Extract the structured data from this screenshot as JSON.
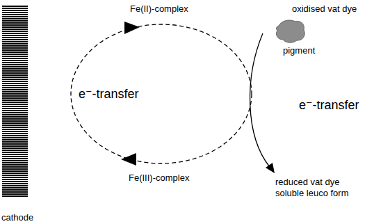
{
  "diagram": {
    "nodes": [
      {
        "text": [
          "cathode"
        ]
      },
      {
        "text": [
          "oxidised vat dye",
          "pigment"
        ]
      }
    ],
    "labels": [
      "Fe(II)-complex",
      "e⁻-transfer",
      "Fe(III)-complex",
      "e⁻-transfer",
      "reduced vat dye soluble leuco form"
    ]
  }
}
